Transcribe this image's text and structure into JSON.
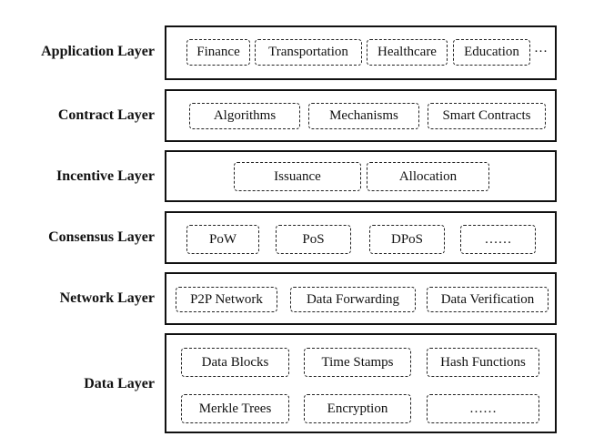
{
  "layers": [
    {
      "label": "Application Layer",
      "items": [
        "Finance",
        "Transportation",
        "Healthcare",
        "Education"
      ],
      "trailing": "···"
    },
    {
      "label": "Contract Layer",
      "items": [
        "Algorithms",
        "Mechanisms",
        "Smart Contracts"
      ]
    },
    {
      "label": "Incentive Layer",
      "items": [
        "Issuance",
        "Allocation"
      ]
    },
    {
      "label": "Consensus Layer",
      "items": [
        "PoW",
        "PoS",
        "DPoS",
        "……"
      ]
    },
    {
      "label": "Network Layer",
      "items": [
        "P2P Network",
        "Data Forwarding",
        "Data Verification"
      ]
    },
    {
      "label": "Data Layer",
      "items": [
        "Data Blocks",
        "Time Stamps",
        "Hash Functions",
        "Merkle Trees",
        "Encryption",
        "……"
      ]
    }
  ]
}
